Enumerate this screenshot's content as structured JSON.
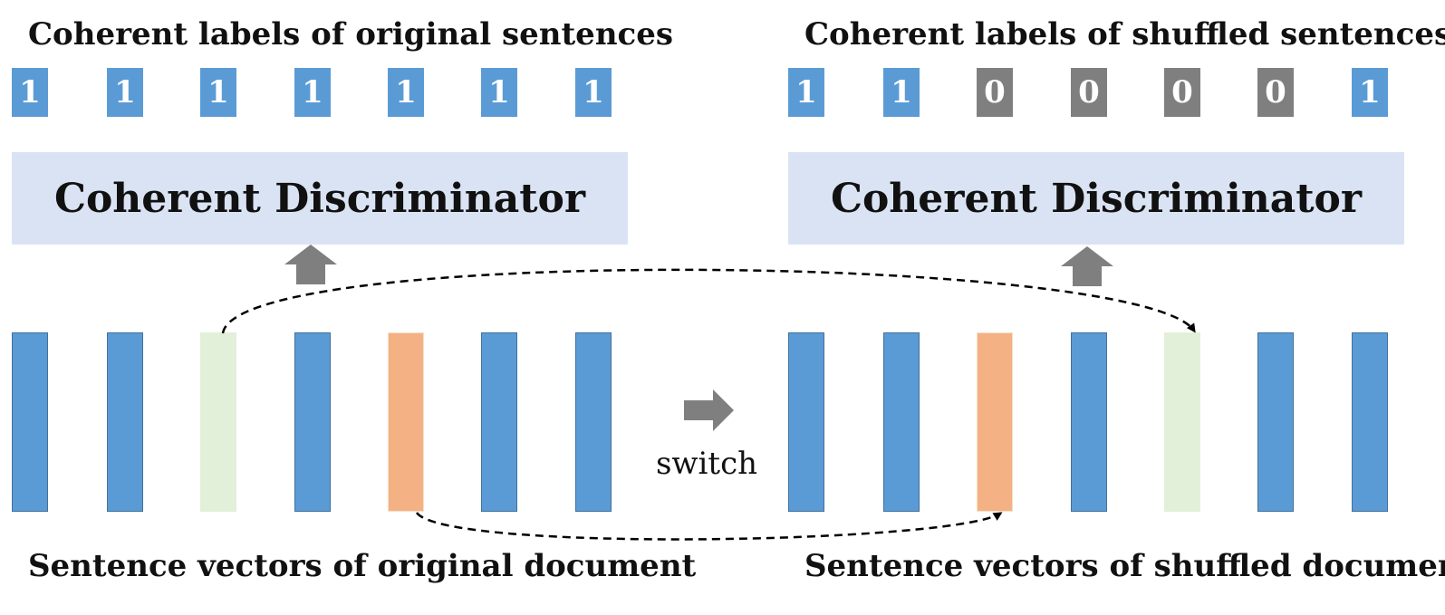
{
  "left": {
    "heading": "Coherent labels of original sentences",
    "labels": [
      "1",
      "1",
      "1",
      "1",
      "1",
      "1",
      "1"
    ],
    "discriminator": "Coherent Discriminator",
    "vectors": [
      "blue",
      "blue",
      "green",
      "blue",
      "orange",
      "blue",
      "blue"
    ],
    "footer": "Sentence vectors of original document"
  },
  "right": {
    "heading": "Coherent labels of shuffled sentences",
    "labels": [
      "1",
      "1",
      "0",
      "0",
      "0",
      "0",
      "1"
    ],
    "discriminator": "Coherent Discriminator",
    "vectors": [
      "blue",
      "blue",
      "orange",
      "blue",
      "green",
      "blue",
      "blue"
    ],
    "footer": "Sentence vectors of shuffled document"
  },
  "switch_label": "switch",
  "colors": {
    "label_coherent": "#5b9bd5",
    "label_incoherent": "#7f7f7f",
    "discriminator_fill": "#dae3f3",
    "arrow": "#7f7f7f",
    "vector_blue": "#5b9bd5",
    "vector_green": "#e2f0d9",
    "vector_orange": "#f4b183"
  }
}
